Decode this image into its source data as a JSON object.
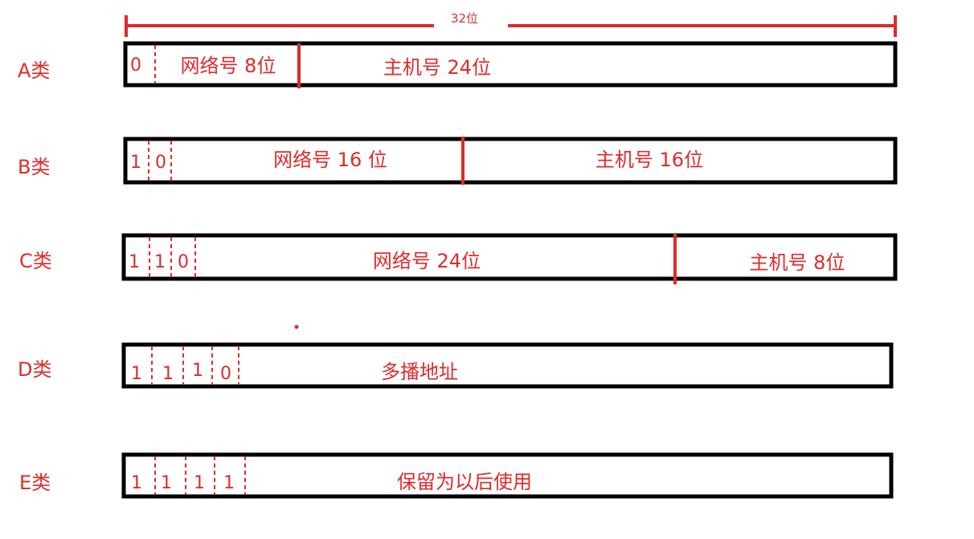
{
  "header": {
    "width_label": "32位"
  },
  "colors": {
    "accent": "#e02a2a",
    "box_border": "#000000",
    "background": "#ffffff"
  },
  "classes": [
    {
      "label": "A类",
      "bits": [
        "0"
      ],
      "fields": [
        {
          "text": "网络号 8位"
        },
        {
          "text": "主机号 24位"
        }
      ]
    },
    {
      "label": "B类",
      "bits": [
        "1",
        "0"
      ],
      "fields": [
        {
          "text": "网络号 16 位"
        },
        {
          "text": "主机号 16位"
        }
      ]
    },
    {
      "label": "C类",
      "bits": [
        "1",
        "1",
        "0"
      ],
      "fields": [
        {
          "text": "网络号 24位"
        },
        {
          "text": "主机号 8位"
        }
      ]
    },
    {
      "label": "D类",
      "bits": [
        "1",
        "1",
        "1",
        "0"
      ],
      "fields": [
        {
          "text": "多播地址"
        }
      ]
    },
    {
      "label": "E类",
      "bits": [
        "1",
        "1",
        "1",
        "1"
      ],
      "fields": [
        {
          "text": "保留为以后使用"
        }
      ]
    }
  ]
}
